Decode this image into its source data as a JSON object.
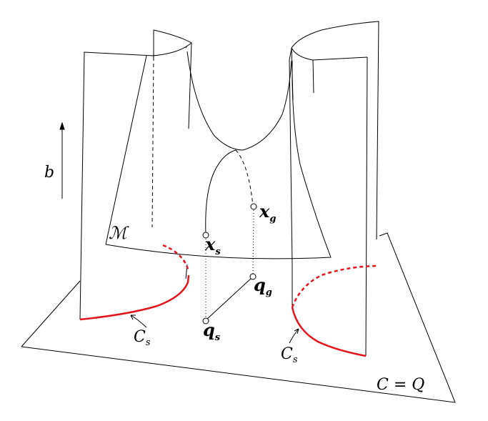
{
  "labels": {
    "b": "b",
    "manifold": "ℳ",
    "x": "x",
    "q": "q",
    "sub_s": "s",
    "sub_g": "g",
    "cs_C": "C",
    "config_space": "C = Q"
  },
  "colors": {
    "stroke": "#000000",
    "red_curve": "#e4141b",
    "background": "#ffffff"
  }
}
